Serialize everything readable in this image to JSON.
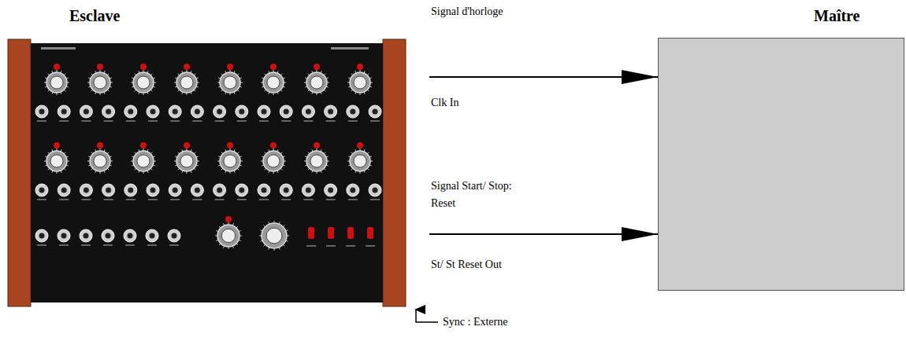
{
  "diagram": {
    "nodes": [
      {
        "text": [
          "Esclave"
        ]
      },
      {
        "text": [
          "Maître"
        ]
      }
    ],
    "edges": [
      {
        "from": 0,
        "to": 1,
        "arrow": "to",
        "label": "Signal d'horloge"
      },
      {
        "from": 0,
        "to": 1,
        "arrow": "to",
        "label": "Signal Start/ Stop: Reset"
      }
    ],
    "labels": [
      "Clk In",
      "St/ St Reset Out",
      "Sync : Externe"
    ]
  }
}
